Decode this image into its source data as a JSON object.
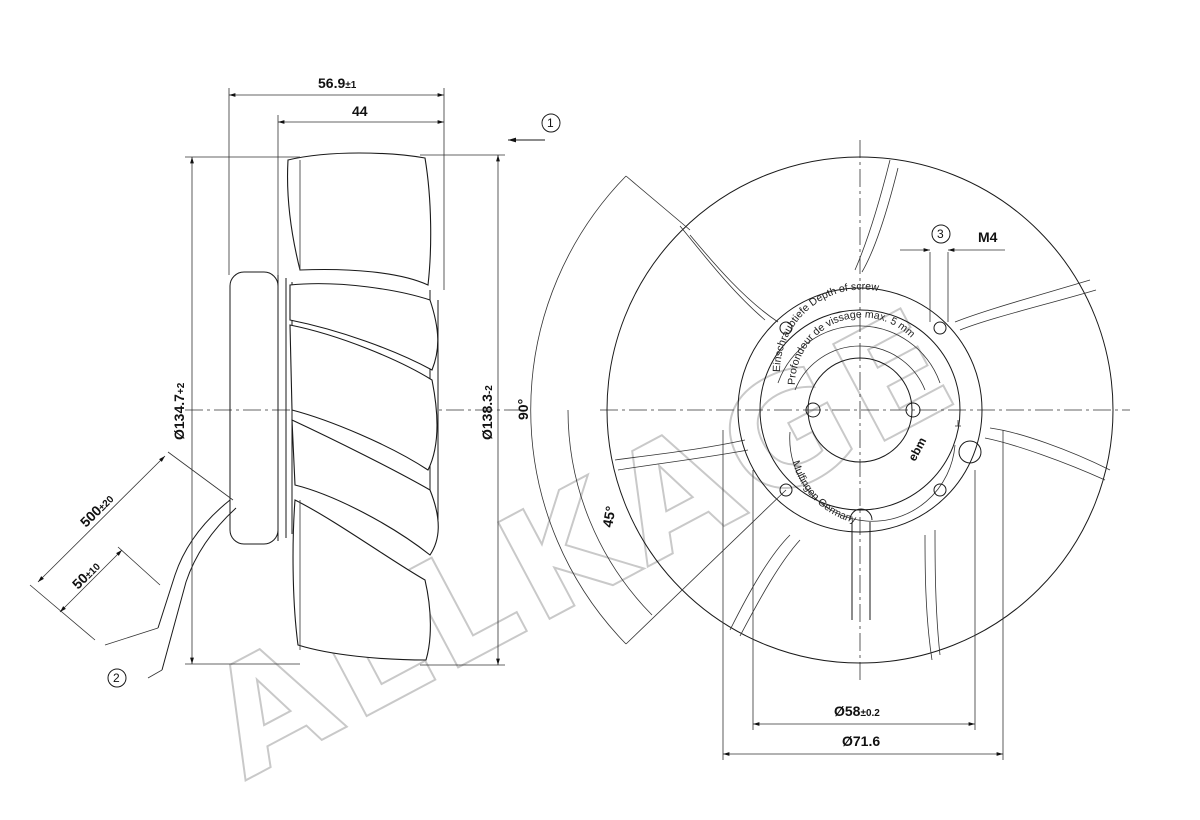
{
  "side_view": {
    "dim_overall_depth": {
      "value": "56.9",
      "tol": "±1"
    },
    "dim_blade_depth": {
      "value": "44"
    },
    "dim_inlet_diameter": {
      "value": "Ø134.7",
      "tol": "+2"
    },
    "dim_outer_diameter": {
      "value": "Ø138.3",
      "tol": "-2"
    },
    "dim_cable_length": {
      "value": "500",
      "tol": "±20"
    },
    "dim_strip_length": {
      "value": "50",
      "tol": "±10"
    },
    "callout_airflow": "1",
    "callout_cable": "2"
  },
  "front_view": {
    "angle_large": "90°",
    "angle_small": "45°",
    "callout_screw": "3",
    "thread_label": "M4",
    "dim_bolt_circle": {
      "value": "Ø58",
      "tol": "±0.2"
    },
    "dim_hub_diameter": {
      "value": "Ø71.6"
    },
    "hub_text_outer": "Einschraubtiefe Depth of screw",
    "hub_text_outer2": "Profondeur de vissage max. 5 mm",
    "hub_text_inner": "Mulfingen Germany",
    "brand": "ebm"
  },
  "watermark": "ALLKAGE"
}
